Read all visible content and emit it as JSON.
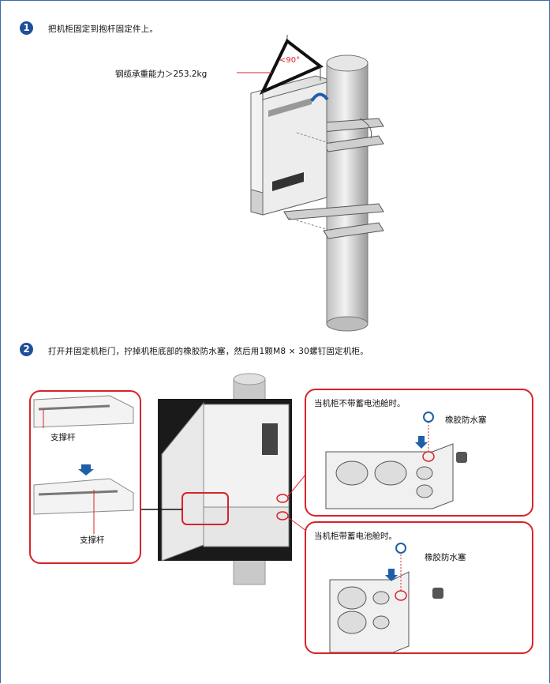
{
  "steps": [
    {
      "number": "1",
      "text": "把机柜固定到抱杆固定件上。"
    },
    {
      "number": "2",
      "text": "打开并固定机柜门，拧掉机柜底部的橡胶防水塞，然后用1颗M8 × 30螺钉固定机柜。"
    }
  ],
  "figure1": {
    "sling_label": "钢缆承重能力＞253.2kg",
    "angle_label": "<90°"
  },
  "figure2": {
    "left_panel": {
      "label_top": "支撑杆",
      "label_bottom": "支撑杆"
    },
    "right_top": {
      "title": "当机柜不带蓄电池舱时。",
      "plug_label": "橡胶防水塞"
    },
    "right_bottom": {
      "title": "当机柜带蓄电池舱时。",
      "plug_label": "橡胶防水塞"
    }
  },
  "colors": {
    "accent_red": "#d8232a",
    "badge_blue": "#1f4e9b",
    "arrow_blue": "#1f5fa8"
  }
}
